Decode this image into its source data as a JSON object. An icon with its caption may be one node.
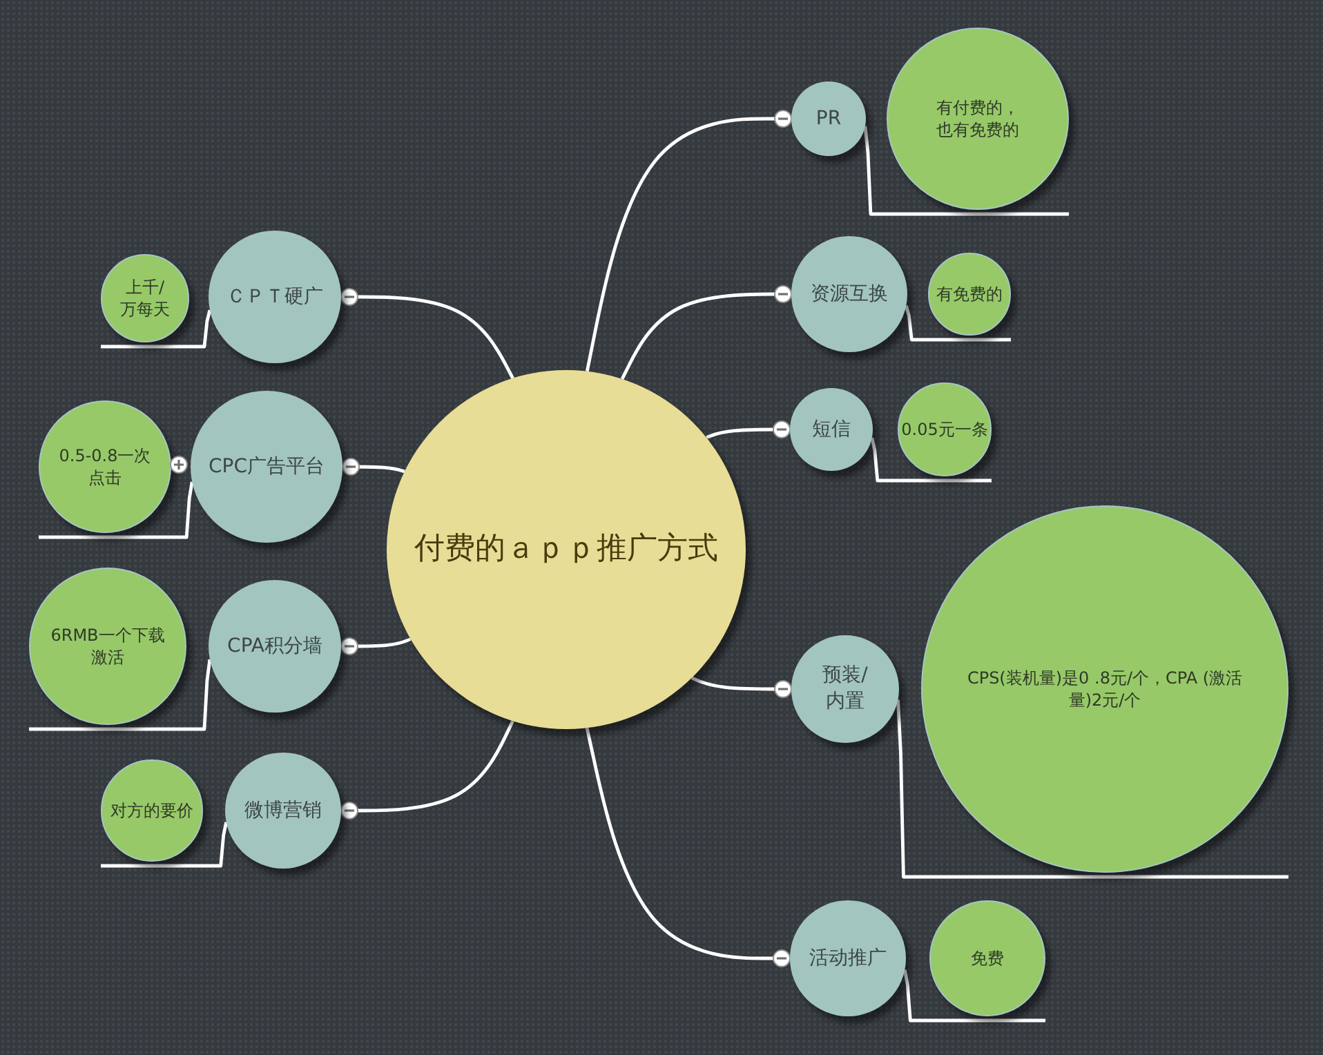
{
  "diagram": {
    "nodes": [
      {
        "text": [
          "付费的ａｐｐ推广方式"
        ]
      },
      {
        "text": [
          "ＣＰＴ硬广"
        ]
      },
      {
        "text": [
          "上千/万每天"
        ]
      },
      {
        "text": [
          "CPC广告平台"
        ]
      },
      {
        "text": [
          "0.5-0.8一次点击"
        ]
      },
      {
        "text": [
          "CPA积分墙"
        ]
      },
      {
        "text": [
          "6RMB一个下载激活"
        ]
      },
      {
        "text": [
          "微博营销"
        ]
      },
      {
        "text": [
          "对方的要价"
        ]
      },
      {
        "text": [
          "PR"
        ]
      },
      {
        "text": [
          "有付费的，也有免费的"
        ]
      },
      {
        "text": [
          "资源互换"
        ]
      },
      {
        "text": [
          "有免费的"
        ]
      },
      {
        "text": [
          "短信"
        ]
      },
      {
        "text": [
          "0.05元一条"
        ]
      },
      {
        "text": [
          "预装/内置"
        ]
      },
      {
        "text": [
          "CPS(装机量)是0 .8元/个，CPA (激活量)2元/个"
        ]
      },
      {
        "text": [
          "活动推广"
        ]
      },
      {
        "text": [
          "免费"
        ]
      }
    ],
    "edges": [
      {
        "from": 0,
        "to": 1,
        "arrow": "other"
      },
      {
        "from": 1,
        "to": 2,
        "arrow": "none"
      },
      {
        "from": 0,
        "to": 3,
        "arrow": "other"
      },
      {
        "from": 3,
        "to": 4,
        "arrow": "none"
      },
      {
        "from": 0,
        "to": 5,
        "arrow": "other"
      },
      {
        "from": 5,
        "to": 6,
        "arrow": "none"
      },
      {
        "from": 0,
        "to": 7,
        "arrow": "other"
      },
      {
        "from": 7,
        "to": 8,
        "arrow": "none"
      },
      {
        "from": 0,
        "to": 9,
        "arrow": "other"
      },
      {
        "from": 9,
        "to": 10,
        "arrow": "none"
      },
      {
        "from": 0,
        "to": 11,
        "arrow": "other"
      },
      {
        "from": 11,
        "to": 12,
        "arrow": "none"
      },
      {
        "from": 0,
        "to": 13,
        "arrow": "other"
      },
      {
        "from": 13,
        "to": 14,
        "arrow": "none"
      },
      {
        "from": 0,
        "to": 15,
        "arrow": "other"
      },
      {
        "from": 15,
        "to": 16,
        "arrow": "none"
      },
      {
        "from": 0,
        "to": 17,
        "arrow": "other"
      },
      {
        "from": 17,
        "to": 18,
        "arrow": "none"
      }
    ]
  }
}
